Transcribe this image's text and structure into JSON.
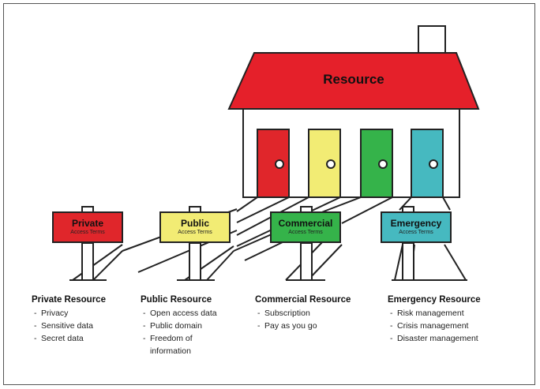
{
  "house": {
    "title": "Resource",
    "door_colors": [
      "#e0262b",
      "#f2ec74",
      "#35b34a",
      "#46b9c0"
    ],
    "roof_color": "#e5202a"
  },
  "signs": [
    {
      "title": "Private",
      "subtitle": "Access Terms",
      "color": "#e0262b"
    },
    {
      "title": "Public",
      "subtitle": "Access Terms",
      "color": "#f2ec74"
    },
    {
      "title": "Commercial",
      "subtitle": "Access Terms",
      "color": "#35b34a"
    },
    {
      "title": "Emergency",
      "subtitle": "Access Terms",
      "color": "#46b9c0"
    }
  ],
  "columns": [
    {
      "heading": "Private Resource",
      "items": [
        "Privacy",
        "Sensitive data",
        "Secret data"
      ]
    },
    {
      "heading": "Public Resource",
      "items": [
        "Open access data",
        "Public domain",
        "Freedom of",
        "information"
      ]
    },
    {
      "heading": "Commercial Resource",
      "items": [
        "Subscription",
        "Pay as you go"
      ]
    },
    {
      "heading": "Emergency Resource",
      "items": [
        "Risk management",
        "Crisis management",
        "Disaster management"
      ]
    }
  ]
}
